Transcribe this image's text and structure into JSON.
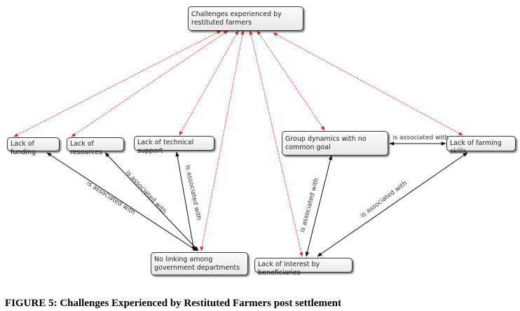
{
  "diagram": {
    "type": "concept-map",
    "nodes": [
      {
        "id": "root",
        "label": "Challenges experienced by restituted farmers"
      },
      {
        "id": "funding",
        "label": "Lack of funding"
      },
      {
        "id": "resources",
        "label": "Lack of resources"
      },
      {
        "id": "technical",
        "label": "Lack of technical support"
      },
      {
        "id": "group",
        "label": "Group dynamics with no common goal"
      },
      {
        "id": "skills",
        "label": "Lack of farming skills"
      },
      {
        "id": "linking",
        "label": "No linking among government departments"
      },
      {
        "id": "interest",
        "label": "Lack of interest by beneficiaries"
      }
    ],
    "edges": [
      {
        "from": "root",
        "to": "funding",
        "style": "dashed",
        "color": "#e02020",
        "label": ""
      },
      {
        "from": "root",
        "to": "resources",
        "style": "dashed",
        "color": "#e02020",
        "label": ""
      },
      {
        "from": "root",
        "to": "technical",
        "style": "dashed",
        "color": "#e02020",
        "label": ""
      },
      {
        "from": "root",
        "to": "linking",
        "style": "dashed",
        "color": "#e02020",
        "label": ""
      },
      {
        "from": "root",
        "to": "interest",
        "style": "dashed",
        "color": "#e02020",
        "label": ""
      },
      {
        "from": "root",
        "to": "group",
        "style": "dashed",
        "color": "#e02020",
        "label": ""
      },
      {
        "from": "root",
        "to": "skills",
        "style": "dashed",
        "color": "#e02020",
        "label": ""
      },
      {
        "from": "funding",
        "to": "linking",
        "style": "solid",
        "color": "#111111",
        "label": "is associated with"
      },
      {
        "from": "resources",
        "to": "linking",
        "style": "solid",
        "color": "#111111",
        "label": "is associated with"
      },
      {
        "from": "technical",
        "to": "linking",
        "style": "solid",
        "color": "#111111",
        "label": "is associated with"
      },
      {
        "from": "group",
        "to": "interest",
        "style": "solid",
        "color": "#111111",
        "label": "is associated with"
      },
      {
        "from": "skills",
        "to": "interest",
        "style": "solid",
        "color": "#111111",
        "label": "is associated with"
      },
      {
        "from": "group",
        "to": "skills",
        "style": "solid",
        "color": "#111111",
        "label": "is associated with"
      }
    ]
  },
  "caption": "FIGURE 5: Challenges Experienced by Restituted Farmers post settlement"
}
